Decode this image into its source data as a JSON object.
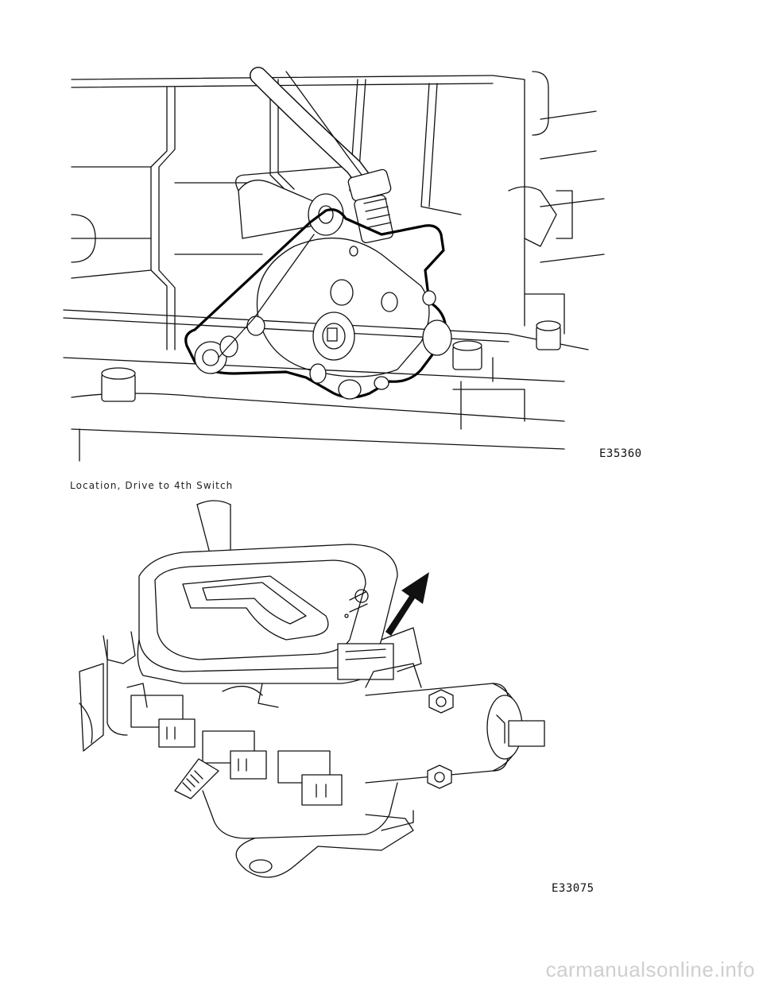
{
  "figure1": {
    "code": "E35360"
  },
  "caption": "Location, Drive to 4th Switch",
  "figure2": {
    "code": "E33075"
  },
  "watermark": "carmanualsonline.info"
}
